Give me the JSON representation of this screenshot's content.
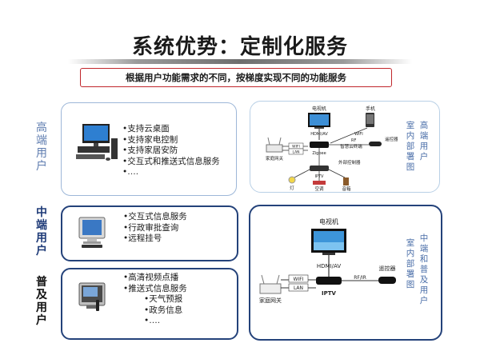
{
  "title": "系统优势：定制化服务",
  "subtitle": "根据用户功能需求的不同，按梯度实现不同的功能服务",
  "tiers": {
    "high": {
      "label": "高端用户",
      "features": [
        "•支持云桌面",
        "•支持家电控制",
        "•支持家居安防",
        "•交互式和推送式信息服务",
        "•…."
      ],
      "diagram_label": "高端用户",
      "diagram_title": "室内部署图"
    },
    "mid": {
      "label": "中端用户",
      "features": [
        "•交互式信息服务",
        "•行政审批查询",
        "•远程挂号"
      ]
    },
    "low": {
      "label": "普及用户",
      "features": [
        "•高清视频点播",
        "•推送式信息服务"
      ],
      "sub_features": [
        "•天气预报",
        "•政务信息",
        "•…."
      ]
    }
  },
  "high_diagram": {
    "tv": "电视机",
    "phone": "手机",
    "hdmi": "HDMI/AV",
    "wifi": "WIFI",
    "lan": "LAN",
    "gateway": "家庭网关",
    "zigbee": "Zigbee",
    "cloud_stb": "智慧云终端",
    "rf": "RF",
    "remote": "遥控器",
    "ext_ctrl": "外部控制器",
    "iptv": "IPTV",
    "lamp": "灯",
    "ac": "空调",
    "speaker": "音箱"
  },
  "mid_diagram": {
    "title_right": "室内部署图",
    "label_right": "中端和普及用户",
    "tv": "电视机",
    "hdmi": "HDMI/AV",
    "wifi": "WIFI",
    "lan": "LAN",
    "gateway": "家庭网关",
    "iptv": "IPTV",
    "rf": "RF/IR",
    "remote": "遥控器"
  }
}
